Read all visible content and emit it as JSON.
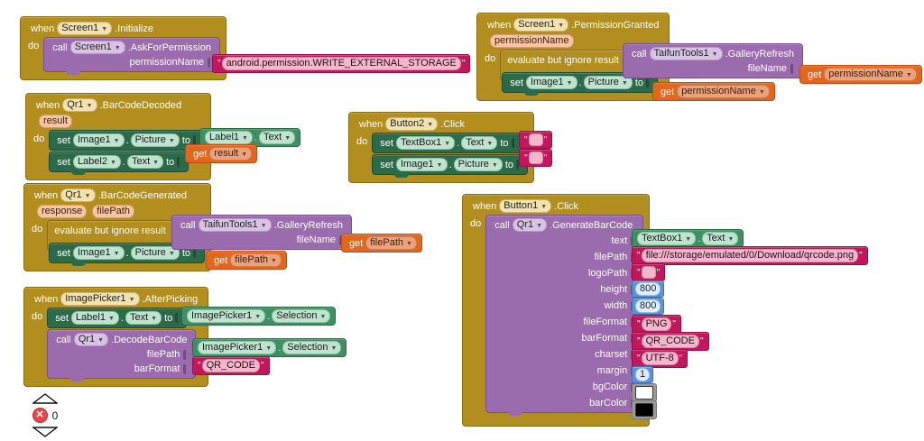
{
  "app": {
    "editor": "MIT App Inventor Blocks Editor"
  },
  "words": {
    "when": "when",
    "do": "do",
    "call": "call",
    "set": "set",
    "to": "to",
    "get": "get",
    "dot": ".",
    "quote": "\"",
    "evaluate_but_ignore": "evaluate but ignore result"
  },
  "colors": {
    "event_block": "#B18E1E",
    "call_block": "#9A6CAE",
    "set_block": "#2D6A4A",
    "getter_block": "#3E8F62",
    "variable_block": "#E2661B",
    "text_block": "#C2185B",
    "number_block": "#5B93D6",
    "color_block": "#9B9B9B",
    "error_icon": "#E8484A"
  },
  "blocks": {
    "screen1_initialize": {
      "event_component": "Screen1",
      "event_name": ".Initialize",
      "call_component": "Screen1",
      "call_method": ".AskForPermission",
      "arg_label": "permissionName",
      "arg_text": "android.permission.WRITE_EXTERNAL_STORAGE"
    },
    "screen1_permission_granted": {
      "event_component": "Screen1",
      "event_name": ".PermissionGranted",
      "param": "permissionName",
      "eval_label": "evaluate but ignore result",
      "call_component": "TaifunTools1",
      "call_method": ".GalleryRefresh",
      "arg_label": "fileName",
      "arg_get": "permissionName",
      "set_component": "Image1",
      "set_property": "Picture",
      "set_value_get": "permissionName"
    },
    "qr1_barcode_decoded": {
      "event_component": "Qr1",
      "event_name": ".BarCodeDecoded",
      "param": "result",
      "row1_set_component": "Image1",
      "row1_set_property": "Picture",
      "row1_value_component": "Label1",
      "row1_value_property": "Text",
      "row2_set_component": "Label2",
      "row2_set_property": "Text",
      "row2_value_get": "result"
    },
    "button2_click": {
      "event_component": "Button2",
      "event_name": ".Click",
      "row1_set_component": "TextBox1",
      "row1_set_property": "Text",
      "row1_value_text": "",
      "row2_set_component": "Image1",
      "row2_set_property": "Picture",
      "row2_value_text": ""
    },
    "qr1_barcode_generated": {
      "event_component": "Qr1",
      "event_name": ".BarCodeGenerated",
      "param1": "response",
      "param2": "filePath",
      "eval_label": "evaluate but ignore result",
      "call_component": "TaifunTools1",
      "call_method": ".GalleryRefresh",
      "arg_label": "fileName",
      "arg_get": "filePath",
      "set_component": "Image1",
      "set_property": "Picture",
      "set_value_get": "filePath"
    },
    "imagepicker1_afterpicking": {
      "event_component": "ImagePicker1",
      "event_name": ".AfterPicking",
      "row1_set_component": "Label1",
      "row1_set_property": "Text",
      "row1_value_component": "ImagePicker1",
      "row1_value_property": "Selection",
      "call_component": "Qr1",
      "call_method": ".DecodeBarCode",
      "arg1_label": "filePath",
      "arg1_value_component": "ImagePicker1",
      "arg1_value_property": "Selection",
      "arg2_label": "barFormat",
      "arg2_value_text": "QR_CODE"
    },
    "button1_click": {
      "event_component": "Button1",
      "event_name": ".Click",
      "call_component": "Qr1",
      "call_method": ".GenerateBarCode",
      "args": [
        {
          "label": "text",
          "kind": "property",
          "component": "TextBox1",
          "property": "Text"
        },
        {
          "label": "filePath",
          "kind": "text",
          "value": "file:///storage/emulated/0/Download/qrcode.png"
        },
        {
          "label": "logoPath",
          "kind": "text",
          "value": ""
        },
        {
          "label": "height",
          "kind": "number",
          "value": "800"
        },
        {
          "label": "width",
          "kind": "number",
          "value": "800"
        },
        {
          "label": "fileFormat",
          "kind": "text",
          "value": "PNG"
        },
        {
          "label": "barFormat",
          "kind": "text",
          "value": "QR_CODE"
        },
        {
          "label": "charset",
          "kind": "text",
          "value": "UTF-8"
        },
        {
          "label": "margin",
          "kind": "number",
          "value": "1"
        },
        {
          "label": "bgColor",
          "kind": "color",
          "value": "#FFFFFF"
        },
        {
          "label": "barColor",
          "kind": "color",
          "value": "#000000"
        }
      ]
    }
  },
  "status_bar": {
    "error_count": "0",
    "error_icon": "error-x-icon",
    "zoom_in_icon": "triangle-up-icon",
    "zoom_out_icon": "triangle-down-icon"
  }
}
